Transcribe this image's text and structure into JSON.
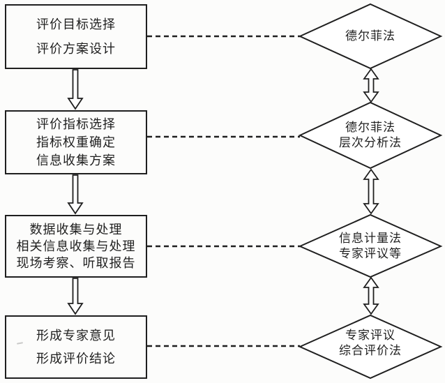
{
  "diagram": {
    "rows": [
      {
        "step_lines": [
          "评价目标选择",
          "评价方案设计"
        ],
        "method_lines": [
          "德尔菲法"
        ]
      },
      {
        "step_lines": [
          "评价指标选择",
          "指标权重确定",
          "信息收集方案"
        ],
        "method_lines": [
          "德尔菲法",
          "层次分析法"
        ]
      },
      {
        "step_lines": [
          "数据收集与处理",
          "相关信息收集与处理",
          "现场考察、听取报告"
        ],
        "method_lines": [
          "信息计量法",
          "专家评议等"
        ]
      },
      {
        "step_lines": [
          "形成专家意见",
          "形成评价结论"
        ],
        "method_lines": [
          "专家评议",
          "综合评价法"
        ]
      }
    ],
    "colors": {
      "line": "#1f1f1f",
      "bg": "#fcfcfb",
      "fill": "#ffffff"
    }
  }
}
